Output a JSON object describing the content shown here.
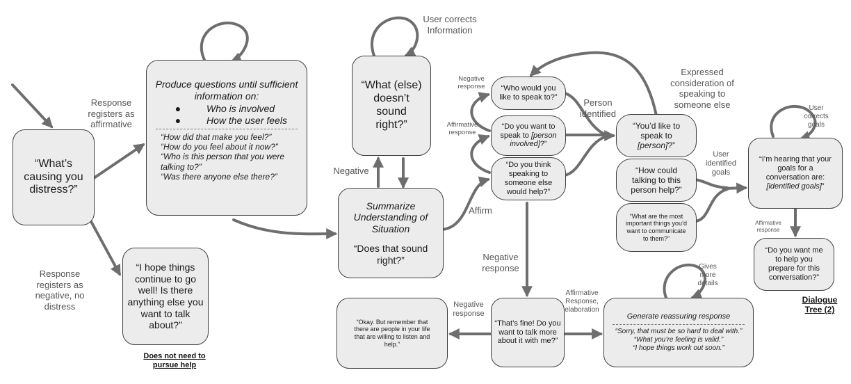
{
  "nodes": {
    "whats_causing": "“What’s causing you distress?”",
    "produce": {
      "title": "Produce questions until sufficient information on:",
      "bullets": [
        "Who is involved",
        "How the user feels"
      ],
      "examples": [
        "“How did that make you feel?”",
        "“How do you feel about it now?”",
        "“Who is this person that you were talking to?”",
        "“Was there anyone else there?”"
      ]
    },
    "hope_things": "“I hope things continue to go well! Is there anything else you want to talk about?”",
    "what_else": "“What (else) doesn’t sound right?”",
    "summarize": {
      "title": "Summarize Understanding of Situation",
      "question": "“Does that sound right?”"
    },
    "who_speak": "“Who would you like to speak to?”",
    "want_speak": {
      "pre": "“Do you want to speak to ",
      "em": "[person involved]",
      "post": "?”"
    },
    "think_speak": "“Do you think speaking to someone else would help?”",
    "youd_like": {
      "pre": "“You’d like to speak to ",
      "em": "[person]",
      "post": "?”"
    },
    "how_could": "“How could talking to this person help?”",
    "most_important": "“What are the most important things you’d want to communicate to them?”",
    "hearing_goals": {
      "pre": "“I’m hearing that your goals for a conversation are: ",
      "em": "[identified goals]",
      "post": "”"
    },
    "want_help": "“Do you want me to help you prepare for this conversation?”",
    "thats_fine": "“That’s fine! Do you want to talk more about it with me?”",
    "okay_remember": "“Okay. But remember that there are people in your life that are willing to listen and help.”",
    "reassure": {
      "title": "Generate reassuring response",
      "examples": [
        "“Sorry, that must be so hard to deal with.”",
        "“What you’re feeling is valid.”",
        "“I hope things work out soon.”"
      ]
    }
  },
  "labels": {
    "resp_affirm": "Response registers as affirmative",
    "resp_negative": "Response registers as negative, no distress",
    "user_corrects_info": "User corrects Information",
    "negative": "Negative",
    "affirm": "Affirm",
    "negative_response_top": "Negative response",
    "affirmative_response_left": "Affirmative response",
    "person_identified": "Person identified",
    "expressed": "Expressed consideration of speaking to someone else",
    "user_identified_goals": "User identified goals",
    "user_corrects_goals": "User corrects goals",
    "affirmative_response_small": "Affirmative response",
    "negative_response_mid": "Negative response",
    "negative_response_bottom": "Negative response",
    "affirm_elab": "Affirmative Response, elaboration",
    "gives_more": "Gives more details"
  },
  "footers": {
    "no_help": "Does not need to pursue help",
    "tree": "Dialogue Tree (2)"
  },
  "colors": {
    "stroke": "#6e6e6e",
    "box_fill": "#ececec",
    "box_border": "#3f3f3f",
    "label": "#555555"
  }
}
